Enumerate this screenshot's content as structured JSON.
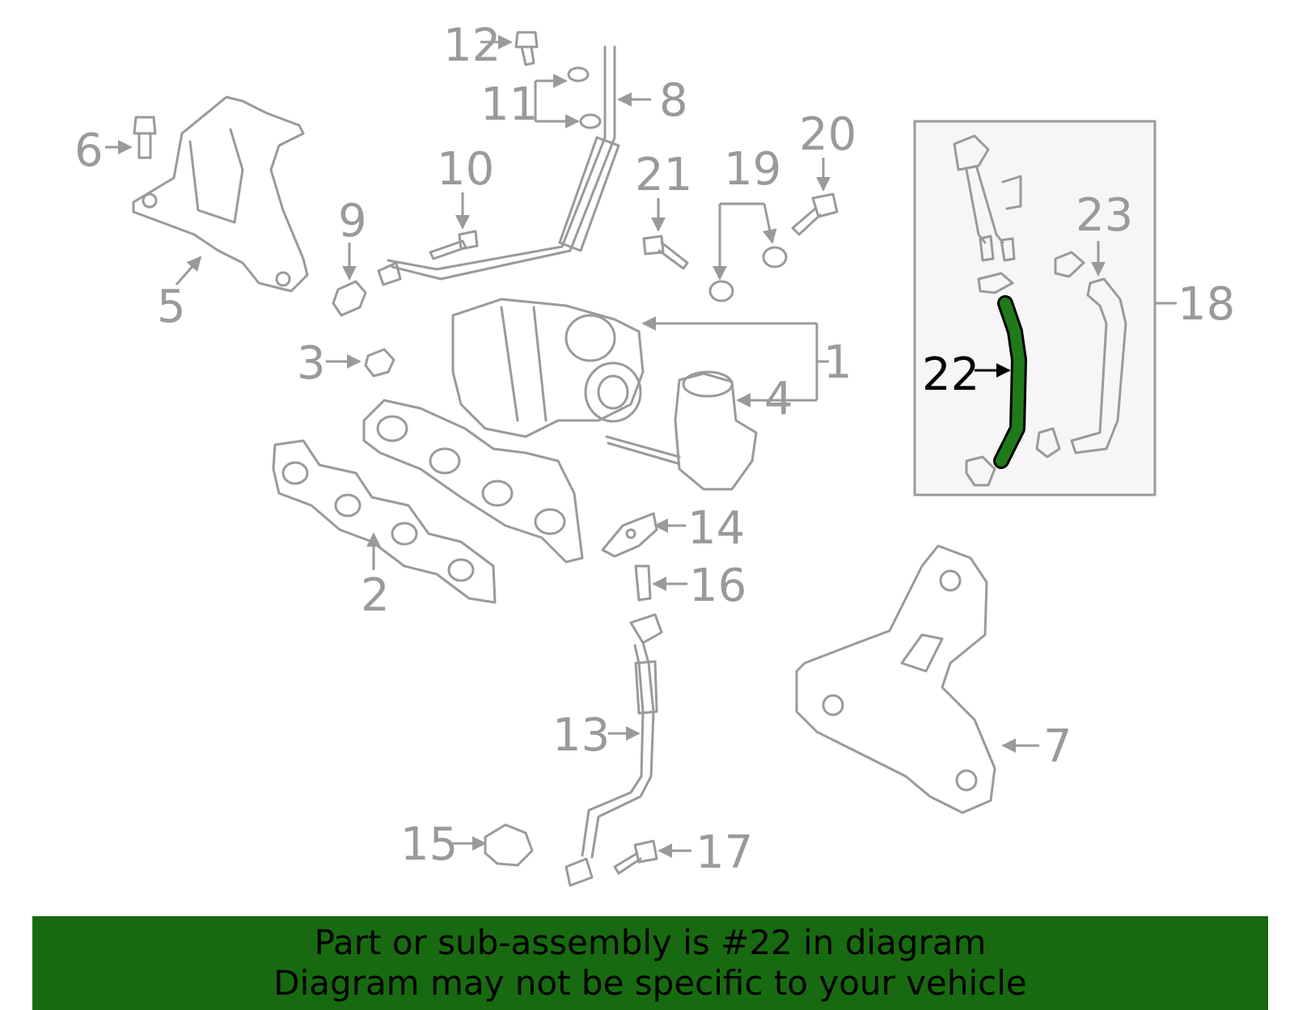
{
  "diagram": {
    "highlight_color": "#1f7a1a",
    "banner_color": "#186a10",
    "labels": [
      {
        "id": "1",
        "text": "1"
      },
      {
        "id": "2",
        "text": "2"
      },
      {
        "id": "3",
        "text": "3"
      },
      {
        "id": "4",
        "text": "4"
      },
      {
        "id": "5",
        "text": "5"
      },
      {
        "id": "6",
        "text": "6"
      },
      {
        "id": "7",
        "text": "7"
      },
      {
        "id": "8",
        "text": "8"
      },
      {
        "id": "9",
        "text": "9"
      },
      {
        "id": "10",
        "text": "10"
      },
      {
        "id": "11",
        "text": "11"
      },
      {
        "id": "12",
        "text": "12"
      },
      {
        "id": "13",
        "text": "13"
      },
      {
        "id": "14",
        "text": "14"
      },
      {
        "id": "15",
        "text": "15"
      },
      {
        "id": "16",
        "text": "16"
      },
      {
        "id": "17",
        "text": "17"
      },
      {
        "id": "18",
        "text": "18"
      },
      {
        "id": "19",
        "text": "19"
      },
      {
        "id": "20",
        "text": "20"
      },
      {
        "id": "21",
        "text": "21"
      },
      {
        "id": "22",
        "text": "22"
      },
      {
        "id": "23",
        "text": "23"
      }
    ]
  },
  "banner": {
    "line1": "Part or sub-assembly is #22 in diagram",
    "line2": "Diagram may not be specific to your vehicle"
  }
}
